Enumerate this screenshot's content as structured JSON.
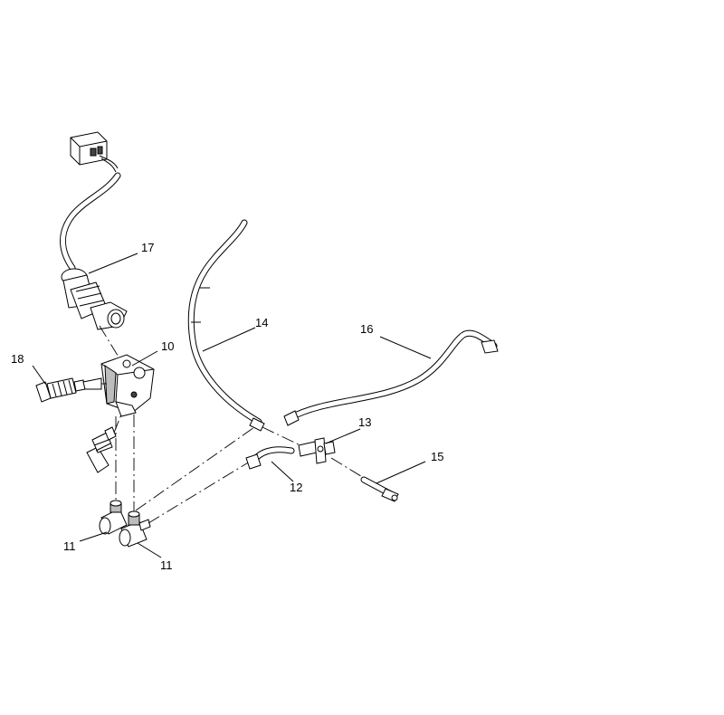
{
  "callouts": {
    "c17": "17",
    "c10": "10",
    "c18": "18",
    "c14": "14",
    "c16": "16",
    "c13": "13",
    "c15": "15",
    "c12": "12",
    "c11a": "11",
    "c11b": "11"
  }
}
